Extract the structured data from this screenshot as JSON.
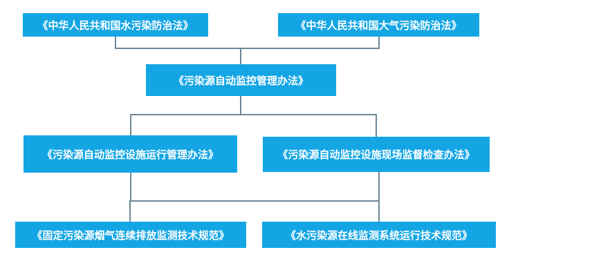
{
  "diagram": {
    "line_color": "#6b8796",
    "node_color": "#14a6e4",
    "nodes": {
      "water_law": "《中华人民共和国水污染防治法》",
      "air_law": "《中华人民共和国大气污染防治法》",
      "auto_monitor_mgmt": "《污染源自动监控管理办法》",
      "facility_operation": "《污染源自动监控设施运行管理办法》",
      "onsite_inspection": "《污染源自动监控设施现场监督检查办法》",
      "flue_gas_spec": "《固定污染源烟气连续排放监测技术规范》",
      "water_online_spec": "《水污染源在线监测系统运行技术规范》"
    }
  }
}
